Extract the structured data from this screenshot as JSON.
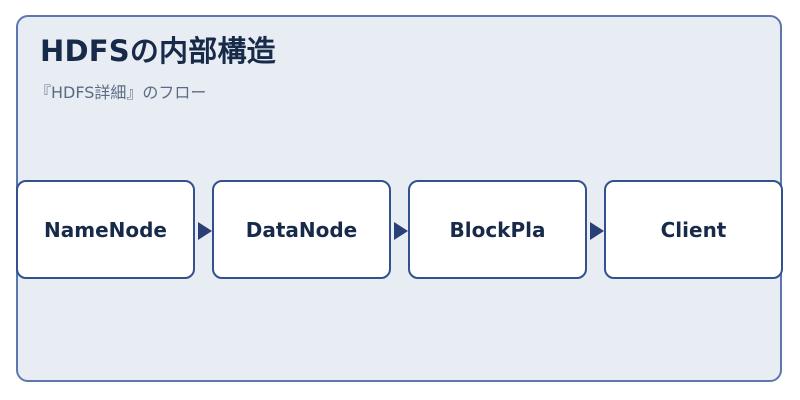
{
  "diagram": {
    "title": "HDFSの内部構造",
    "subtitle": "『HDFS詳細』のフロー",
    "nodes": [
      {
        "label": "NameNode"
      },
      {
        "label": "DataNode"
      },
      {
        "label": "BlockPla"
      },
      {
        "label": "Client"
      }
    ],
    "colors": {
      "panel_bg": "#e8edf3",
      "panel_border": "#5b77ad",
      "node_border": "#33508f",
      "arrow": "#2b3f77",
      "title_text": "#182a4a"
    }
  }
}
